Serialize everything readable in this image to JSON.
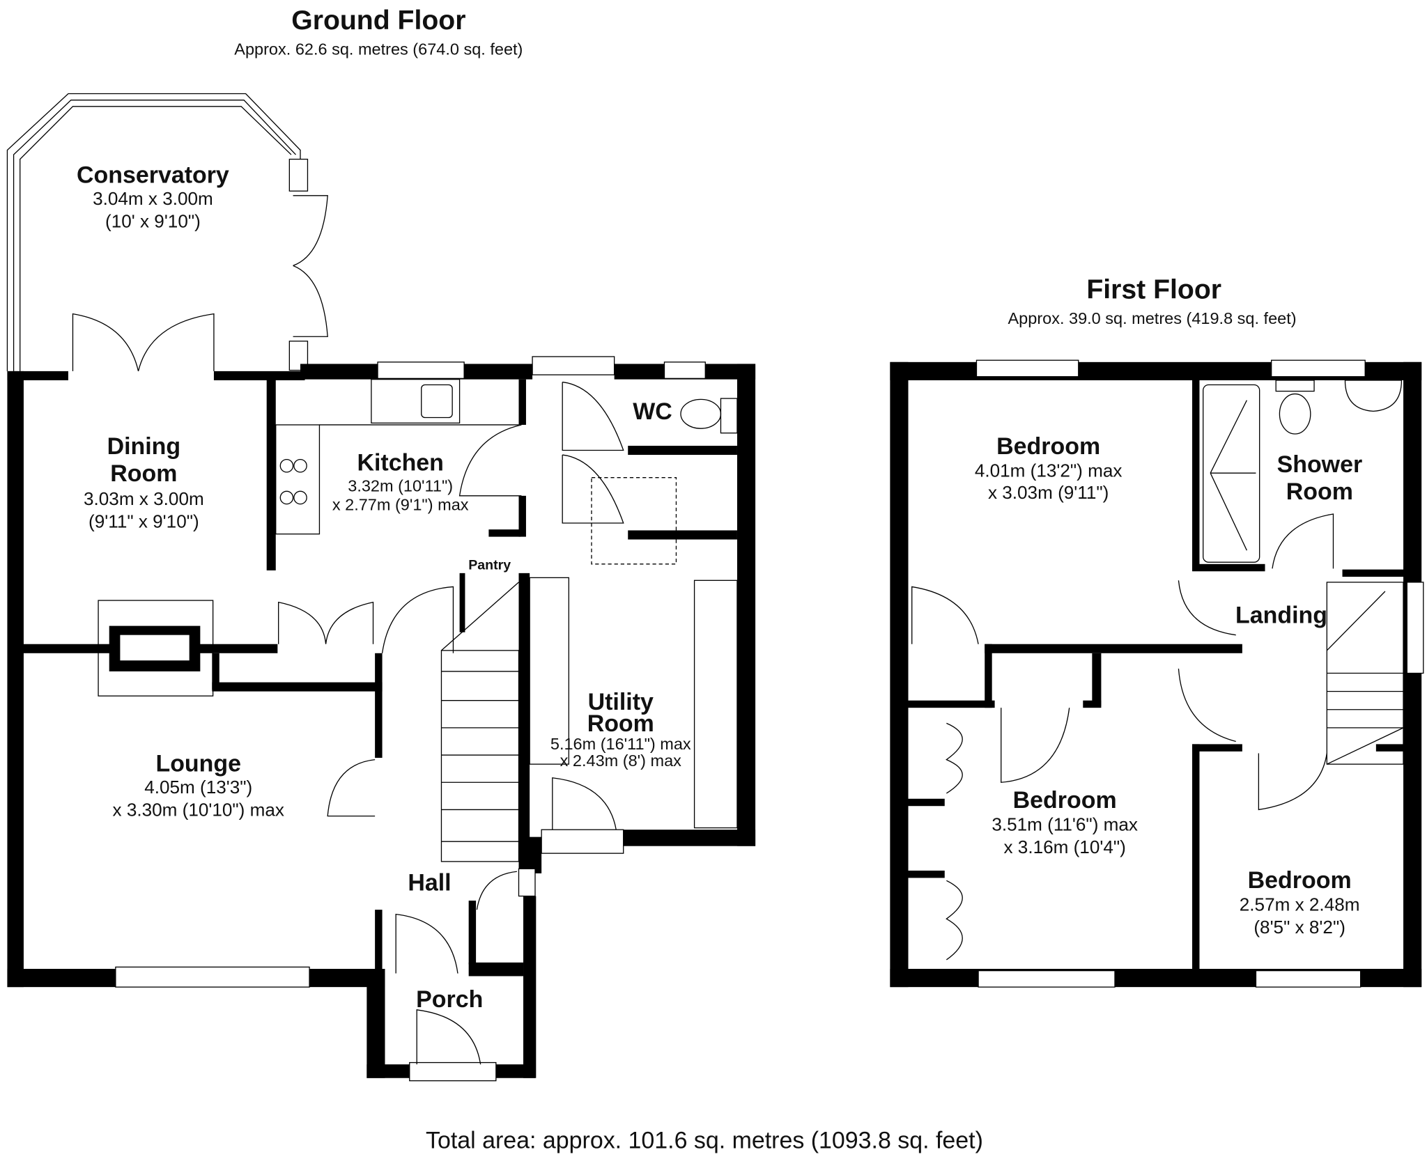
{
  "ground_floor": {
    "title": "Ground Floor",
    "area": "Approx. 62.6 sq. metres (674.0 sq. feet)",
    "rooms": {
      "conservatory": {
        "name": "Conservatory",
        "dim1": "3.04m x 3.00m",
        "dim2": "(10' x 9'10\")"
      },
      "dining": {
        "name1": "Dining",
        "name2": "Room",
        "dim1": "3.03m x 3.00m",
        "dim2": "(9'11\" x 9'10\")"
      },
      "kitchen": {
        "name": "Kitchen",
        "dim1": "3.32m (10'11\")",
        "dim2": "x 2.77m (9'1\") max"
      },
      "wc": {
        "name": "WC"
      },
      "pantry": {
        "name": "Pantry"
      },
      "utility": {
        "name1": "Utility",
        "name2": "Room",
        "dim1": "5.16m (16'11\") max",
        "dim2": "x 2.43m (8') max"
      },
      "lounge": {
        "name": "Lounge",
        "dim1": "4.05m (13'3\")",
        "dim2": "x 3.30m (10'10\") max"
      },
      "hall": {
        "name": "Hall"
      },
      "porch": {
        "name": "Porch"
      }
    }
  },
  "first_floor": {
    "title": "First Floor",
    "area": "Approx. 39.0 sq. metres (419.8 sq. feet)",
    "rooms": {
      "bedroom1": {
        "name": "Bedroom",
        "dim1": "4.01m (13'2\") max",
        "dim2": "x 3.03m (9'11\")"
      },
      "shower": {
        "name1": "Shower",
        "name2": "Room"
      },
      "landing": {
        "name": "Landing"
      },
      "bedroom2": {
        "name": "Bedroom",
        "dim1": "3.51m (11'6\") max",
        "dim2": "x 3.16m (10'4\")"
      },
      "bedroom3": {
        "name": "Bedroom",
        "dim1": "2.57m x 2.48m",
        "dim2": "(8'5\" x 8'2\")"
      }
    }
  },
  "total_area": "Total area: approx. 101.6 sq. metres (1093.8 sq. feet)"
}
